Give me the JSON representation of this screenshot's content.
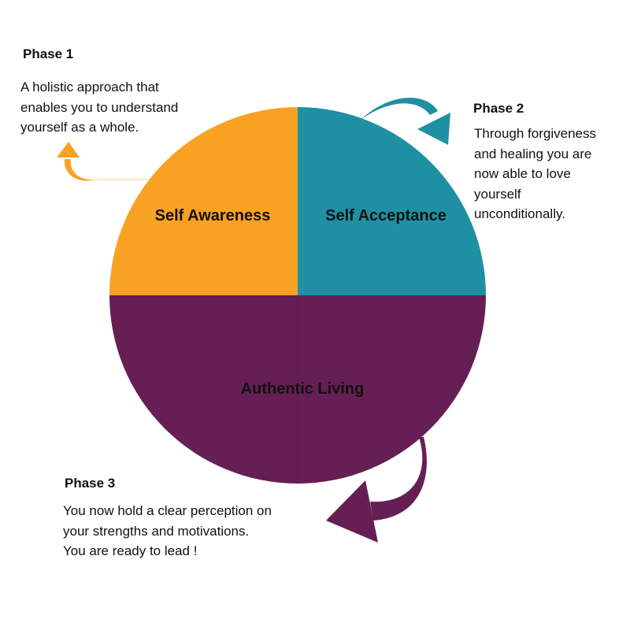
{
  "phase1": {
    "title": "Phase 1",
    "lines": [
      "A holistic approach that",
      "enables you to understand",
      "yourself as a whole."
    ]
  },
  "phase2": {
    "title": "Phase 2",
    "lines": [
      "Through forgiveness",
      "and healing you are",
      "now able to love",
      "yourself",
      "unconditionally."
    ]
  },
  "phase3": {
    "title": "Phase 3",
    "lines": [
      "You now hold a clear perception on",
      "your strengths and motivations.",
      "You are ready to lead !"
    ]
  },
  "quadrants": {
    "self_awareness": "Self Awareness",
    "self_acceptance": "Self Acceptance",
    "authentic_living": "Authentic Living"
  },
  "colors": {
    "self_awareness": "#F9A123",
    "self_acceptance": "#1F90A4",
    "authentic_living": "#651F54"
  },
  "icons": {
    "phase1_arrow": "curved-arrow-up-icon",
    "phase2_arrow": "curved-arrow-clockwise-icon",
    "phase3_arrow": "curved-arrow-down-left-icon"
  }
}
